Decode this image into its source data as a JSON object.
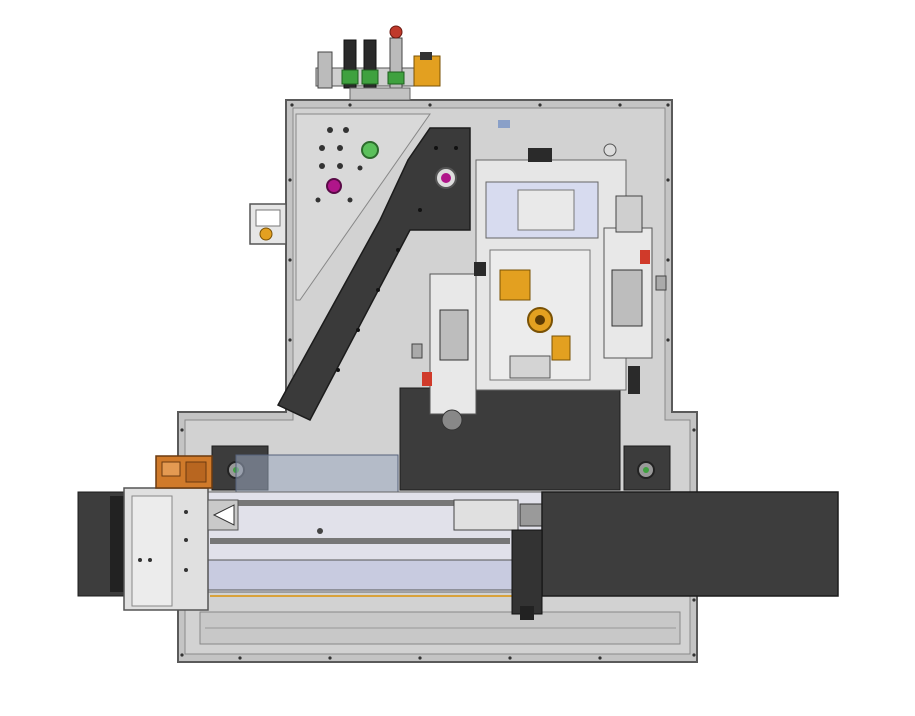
{
  "drawing": {
    "kind": "cad-render",
    "colors": {
      "background": "#ffffff",
      "frame": "#c9c9c9",
      "frame_edge": "#707070",
      "dark_plate": "#3c3c3c",
      "light_plate": "#e3e3e3",
      "blue_plate": "#d7dbef",
      "brass": "#e3a020",
      "copper_valve": "#d07a2a",
      "green_fitting": "#3fa13f",
      "magenta_button": "#b0158a",
      "green_button": "#5bc05b",
      "glass": "#9aa7c0"
    },
    "components": [
      "base-frame",
      "swing-arm-plate",
      "spindle-housing",
      "tool-turret",
      "linear-slide",
      "pneumatic-manifold",
      "control-panel",
      "valve-block",
      "conveyor-belt",
      "protective-window"
    ]
  }
}
